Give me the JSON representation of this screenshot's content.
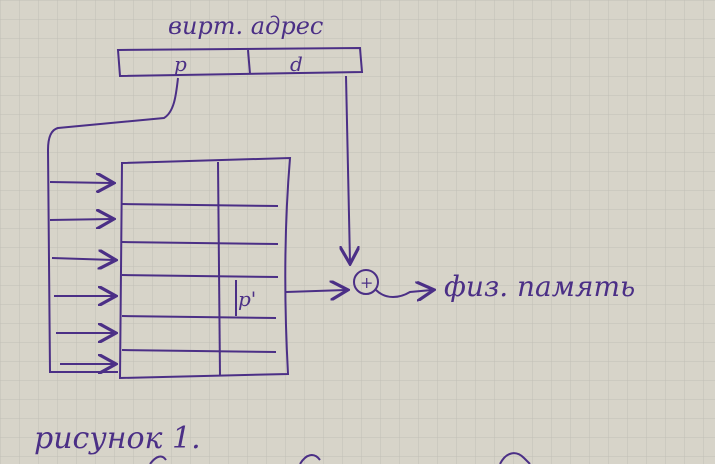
{
  "labels": {
    "virtual_address": "вирт. адрес",
    "page_field": "p",
    "offset_field": "d",
    "frame_entry": "p'",
    "adder": "+",
    "physical_memory": "физ. память",
    "caption": "рисунок 1."
  },
  "colors": {
    "paper": "#d7d4c9",
    "grid_line": "#c2bfb6",
    "ink": "#4b2f86"
  }
}
